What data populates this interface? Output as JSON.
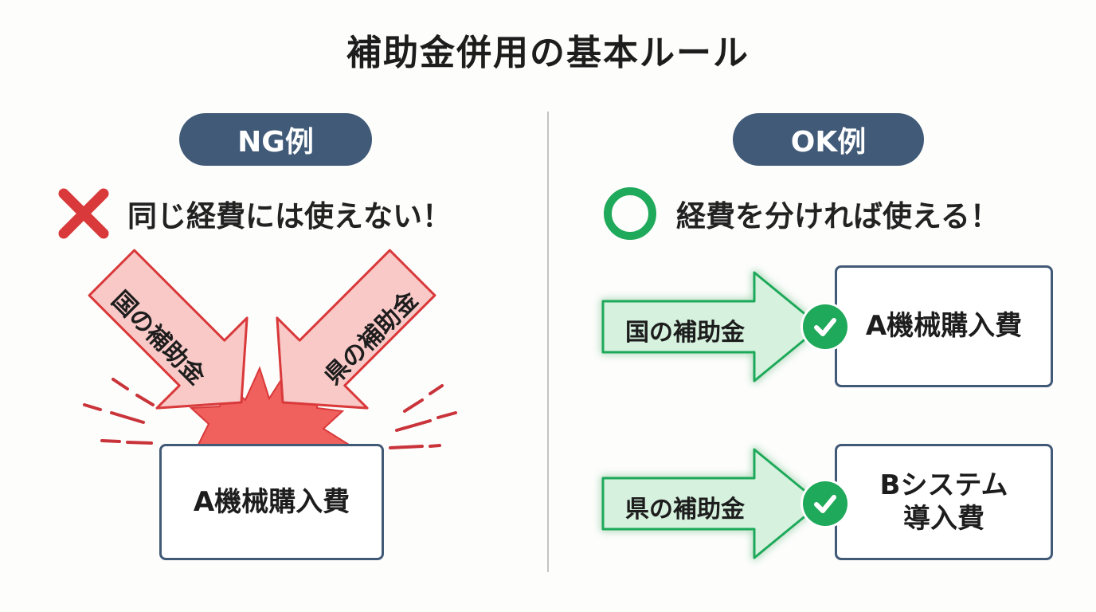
{
  "title": "補助金併用の基本ルール",
  "ng": {
    "badge": "NG例",
    "heading": "同じ経費には使えない！",
    "arrows": [
      "国の補助金",
      "県の補助金"
    ],
    "target": "A機械購入費"
  },
  "ok": {
    "badge": "OK例",
    "heading": "経費を分ければ使える！",
    "rows": [
      {
        "arrow": "国の補助金",
        "target_lines": [
          "A機械購入費"
        ]
      },
      {
        "arrow": "県の補助金",
        "target_lines": [
          "Bシステム",
          "導入費"
        ]
      }
    ]
  },
  "colors": {
    "badge": "#405a78",
    "ng_red": "#d9393a",
    "ng_arrow_fill": "#f8c9c7",
    "ok_green": "#1fa95a",
    "ok_arrow_fill": "#d6f1dd",
    "box_border": "#415a77"
  },
  "icons": {
    "ng": "cross-icon",
    "ok": "circle-icon",
    "check": "check-icon"
  }
}
